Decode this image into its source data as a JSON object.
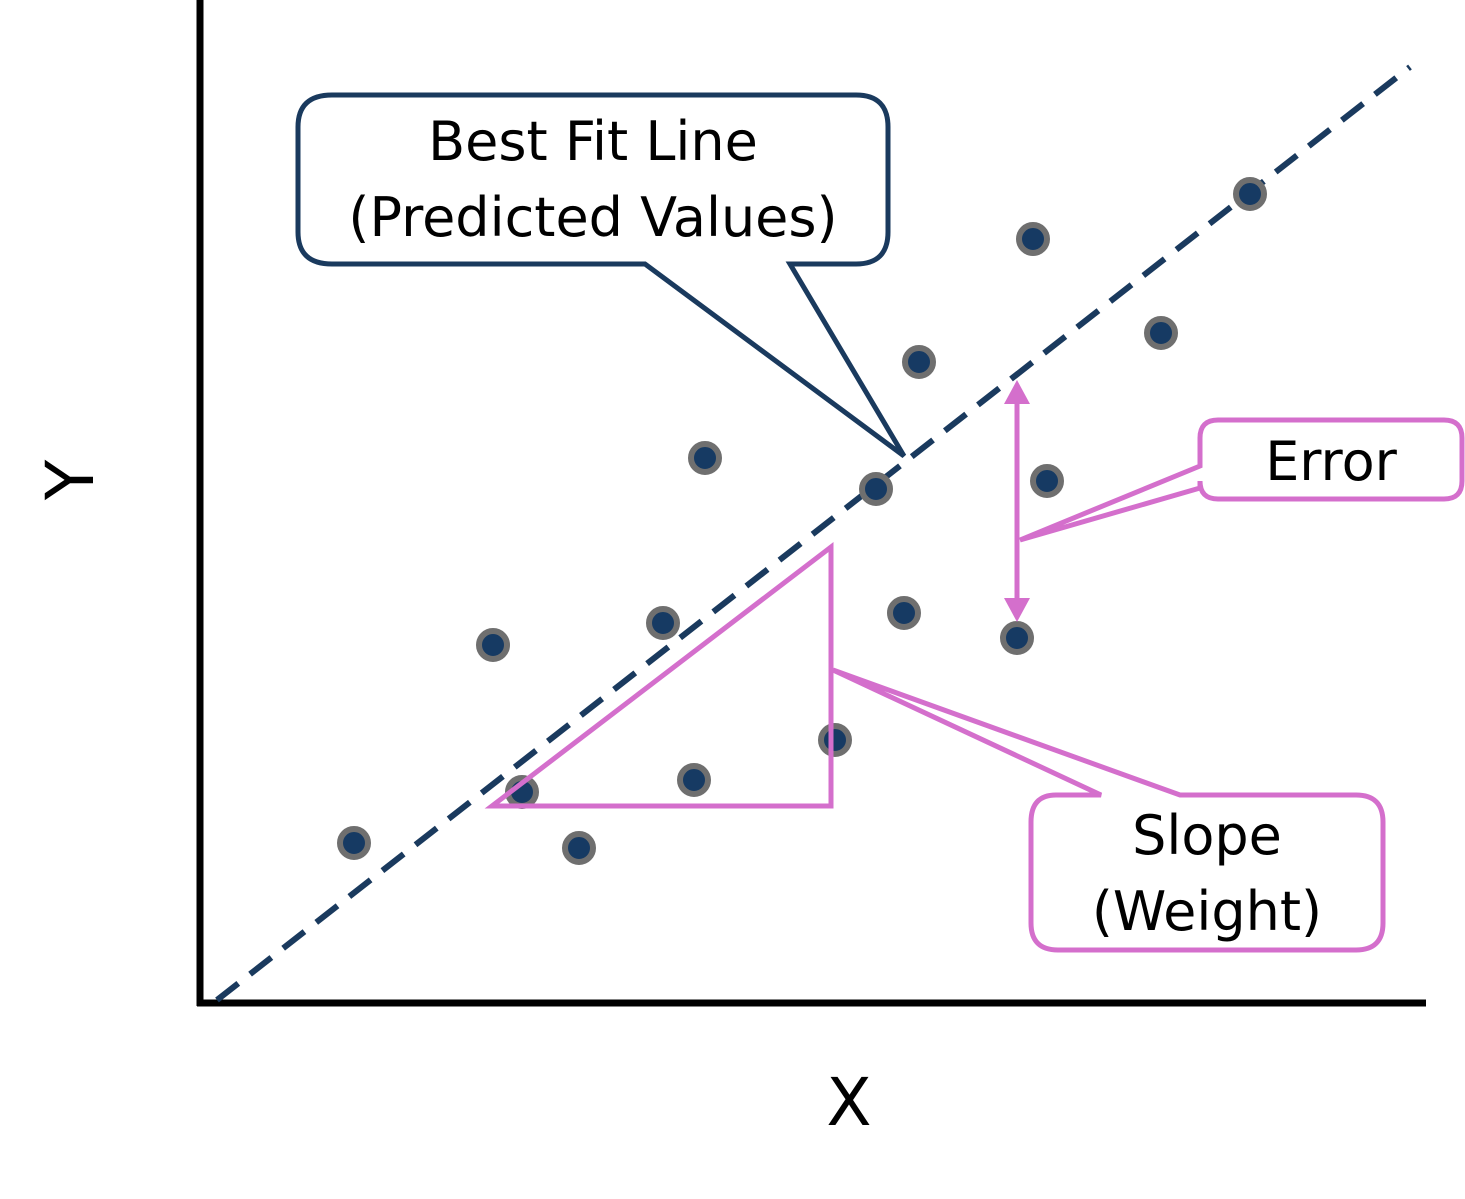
{
  "axes": {
    "x_label": "X",
    "y_label": "Y"
  },
  "callouts": {
    "best_fit": {
      "line1": "Best Fit Line",
      "line2": "(Predicted Values)"
    },
    "error": {
      "label": "Error"
    },
    "slope": {
      "line1": "Slope",
      "line2": "(Weight)"
    }
  },
  "colors": {
    "axis": "#000000",
    "best_fit_line": "#1a3a5e",
    "point_fill": "#163a63",
    "point_ring": "#6f6f6f",
    "annotation": "#d46fcc",
    "callout_best_fit_border": "#1a3a5e",
    "callout_annotation_border": "#d46fcc"
  }
}
